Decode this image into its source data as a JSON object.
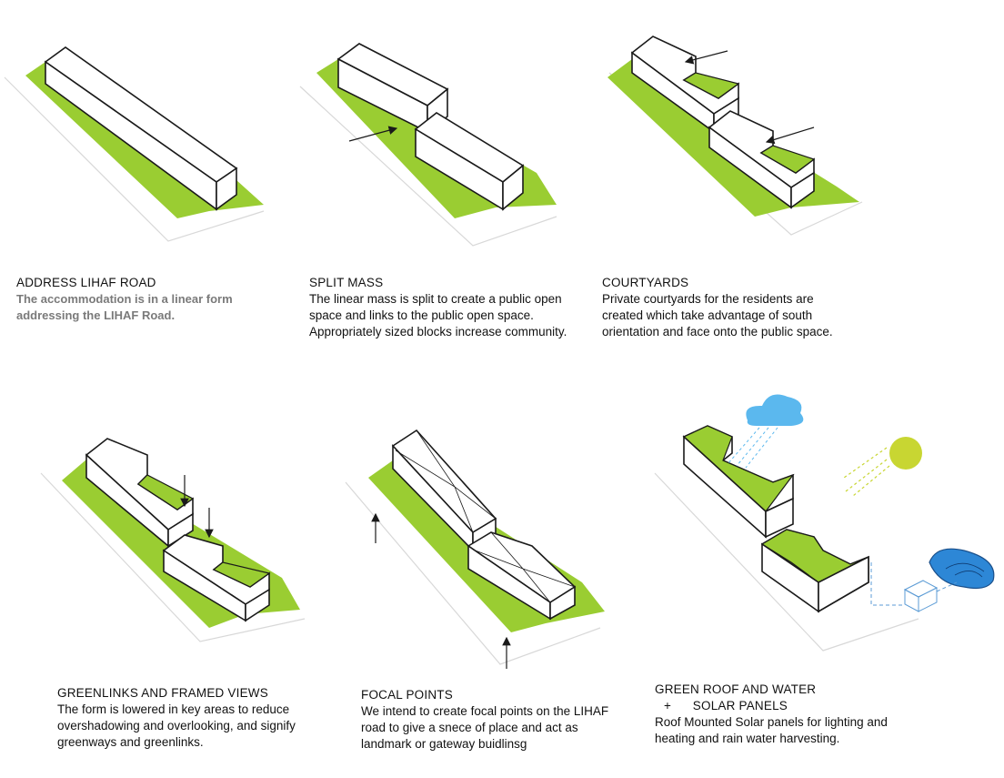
{
  "colors": {
    "green": "#9ACD32",
    "outline": "#1a1a1a",
    "cloud": "#5BB8EE",
    "sun": "#C8D632",
    "water": "#2D87D6",
    "caption_grey": "#7a7a7a"
  },
  "panels": [
    {
      "title": "ADDRESS LIHAF ROAD",
      "body": "The accommodation is in a linear form addressing the LIHAF Road."
    },
    {
      "title": "SPLIT MASS",
      "body": "The linear mass is split to create a public open space and links to the public open space.  Appropriately sized blocks increase community."
    },
    {
      "title": "COURTYARDS",
      "body": "Private courtyards for the residents are created which take advantage of south orientation and face onto the public space."
    },
    {
      "title": "GREENLINKS AND FRAMED VIEWS",
      "body": "The form is lowered in key areas to reduce overshadowing and overlooking, and signify greenways and greenlinks."
    },
    {
      "title": "FOCAL POINTS",
      "body": "We intend to create focal points on the LIHAF road to give a snece of place and act as landmark or gateway buidlinsg"
    },
    {
      "title": "GREEN ROOF AND WATER",
      "title_line2": "+      SOLAR PANELS",
      "body": "Roof Mounted Solar panels for lighting and heating and rain water harvesting."
    }
  ]
}
